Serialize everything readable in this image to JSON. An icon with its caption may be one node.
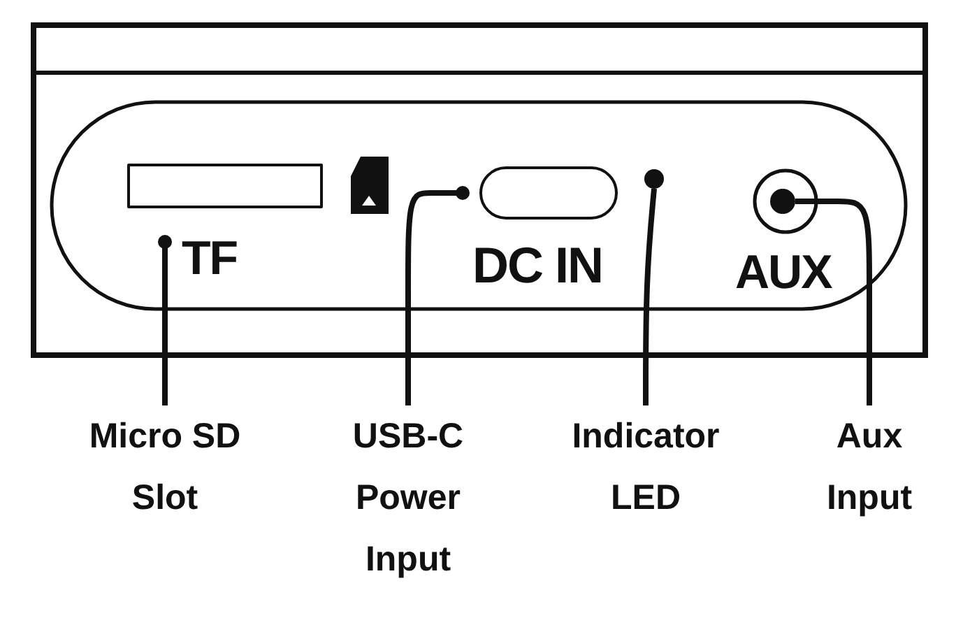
{
  "diagram": {
    "nodes": [
      {
        "text": [],
        "shape": "box"
      },
      {
        "text": [],
        "shape": "box"
      },
      {
        "text": [],
        "shape": "circle"
      },
      {
        "text": [],
        "shape": "circle"
      },
      {
        "text": [
          "Micro SD Slot"
        ]
      },
      {
        "text": [
          "USB-C Power Input"
        ]
      },
      {
        "text": [
          "Indicator LED"
        ]
      },
      {
        "text": [
          "Aux Input"
        ]
      }
    ],
    "edges": [
      {
        "from": 4,
        "to": 0,
        "arrow": "other"
      },
      {
        "from": 5,
        "to": 1,
        "arrow": "other"
      },
      {
        "from": 6,
        "to": 2,
        "arrow": "none"
      },
      {
        "from": 7,
        "to": 3,
        "arrow": "none"
      }
    ],
    "labels": [
      "TF",
      "DC IN",
      "AUX"
    ]
  }
}
